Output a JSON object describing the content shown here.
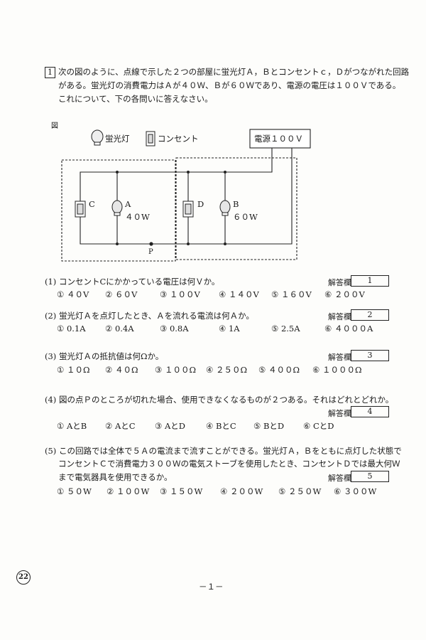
{
  "problem": {
    "number": "1",
    "intro": [
      "次の図のように、点線で示した２つの部屋に蛍光灯Ａ，Ｂとコンセントｃ，Ｄがつながれた回路",
      "がある。蛍光灯の消費電力はＡが４０Ｗ、Ｂが６０Ｗであり、電源の電圧は１００Ｖである。",
      "これについて、下の各問いに答えなさい。"
    ]
  },
  "figure": {
    "label": "図",
    "legend_lamp": "蛍光灯",
    "legend_outlet": "コンセント",
    "power_source": "電源１００Ｖ",
    "label_c": "C",
    "label_a": "A",
    "watt_a": "４０W",
    "label_d": "D",
    "label_b": "B",
    "watt_b": "６０W",
    "label_p": "P"
  },
  "answer_label": "解答欄",
  "questions": [
    {
      "text": [
        "(1) コンセントCにかかっている電圧は何Ｖか。"
      ],
      "answer_no": "1",
      "options": [
        "① ４０V",
        "② ６０V",
        "③ １００V",
        "④ １４０V",
        "⑤ １６０V",
        "⑥ ２００V"
      ]
    },
    {
      "text": [
        "(2) 蛍光灯Ａを点灯したとき、Ａを流れる電流は何Ａか。"
      ],
      "answer_no": "2",
      "options": [
        "① 0.1A",
        "② 0.4A",
        "③ 0.8A",
        "④ 1A",
        "⑤ 2.5A",
        "⑥ ４０００A"
      ]
    },
    {
      "text": [
        "(3) 蛍光灯Ａの抵抗値は何Ωか。"
      ],
      "answer_no": "3",
      "options": [
        "① １０Ω",
        "② ４０Ω",
        "③ １００Ω",
        "④ ２５０Ω",
        "⑤ ４００Ω",
        "⑥ １０００Ω"
      ]
    },
    {
      "text": [
        "(4) 図の点Ｐのところが切れた場合、使用できなくなるものが２つある。それはどれとどれか。"
      ],
      "answer_no": "4",
      "options": [
        "① AとB",
        "② AとC",
        "③ AとD",
        "④ BとC",
        "⑤ BとD",
        "⑥ CとD"
      ]
    },
    {
      "text": [
        "(5) この回路では全体で５Ａの電流まで流すことができる。蛍光灯Ａ，Ｂをともに点灯した状態で",
        "コンセントＣで消費電力３００Ｗの電気ストーブを使用したとき、コンセントＤでは最大何Ｗ",
        "まで電気器具を使用できるか。"
      ],
      "answer_no": "5",
      "options": [
        "① ５０W",
        "② １００W",
        "③ １５０W",
        "④ ２００W",
        "⑤ ２５０W",
        "⑥ ３００W"
      ]
    }
  ],
  "footer": {
    "page": "－１－",
    "badge": "22"
  }
}
